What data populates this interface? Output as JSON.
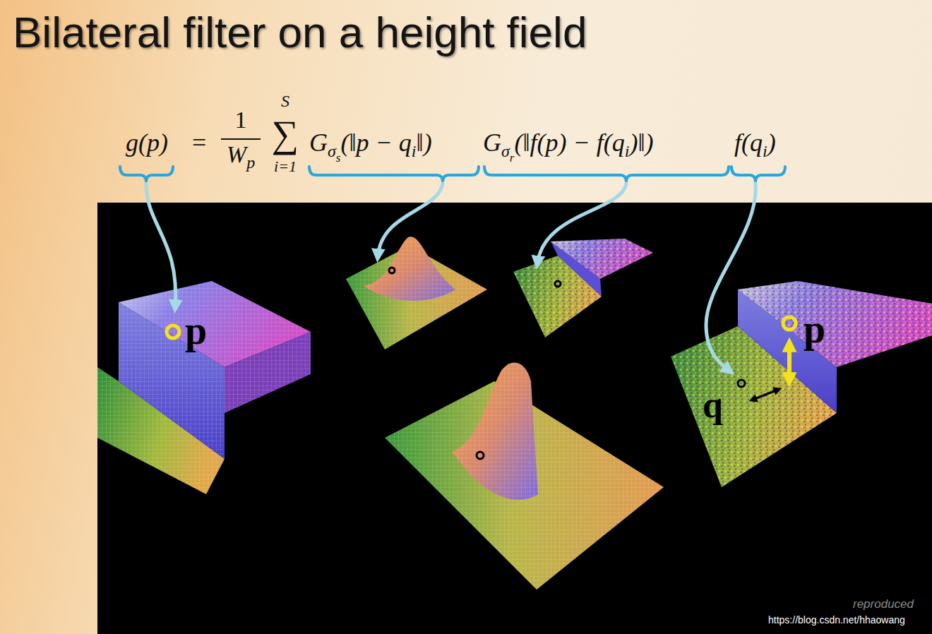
{
  "diagram": {
    "title": "Bilateral filter on a height field",
    "labels": [
      "g(p)",
      "=",
      "1",
      "W",
      "p",
      "∑",
      "S",
      "i=1",
      "G",
      "σ",
      "s",
      "(‖p − q",
      "i",
      "‖)",
      "G",
      "σ",
      "r",
      "(‖f(p) − f(q",
      "i",
      ")‖)",
      "f(q",
      "i",
      ")",
      "p",
      "p",
      "q",
      "reproduced",
      "https://blog.csdn.net/hhaowang"
    ]
  }
}
